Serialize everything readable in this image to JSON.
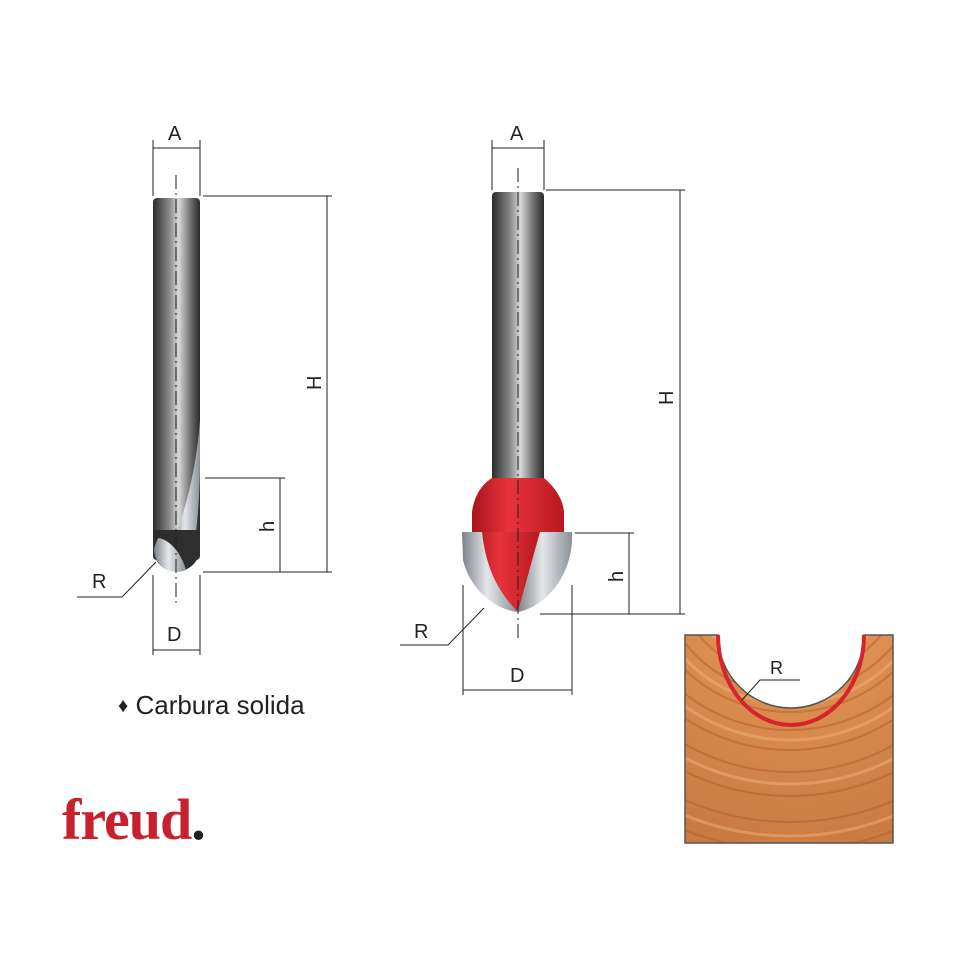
{
  "tool_left": {
    "dim_A": "A",
    "dim_H": "H",
    "dim_h": "h",
    "dim_R": "R",
    "dim_D": "D"
  },
  "tool_right": {
    "dim_A": "A",
    "dim_H": "H",
    "dim_h": "h",
    "dim_R": "R",
    "dim_D": "D"
  },
  "profile": {
    "dim_R": "R"
  },
  "feature": {
    "bullet": "♦",
    "text": "Carbura solida"
  },
  "brand": {
    "name": "freud",
    "dot": "."
  },
  "colors": {
    "accent_red": "#d6232e",
    "wood": "#d88a4e",
    "steel_dark": "#3a3a3a",
    "steel_light": "#b9bec3"
  }
}
